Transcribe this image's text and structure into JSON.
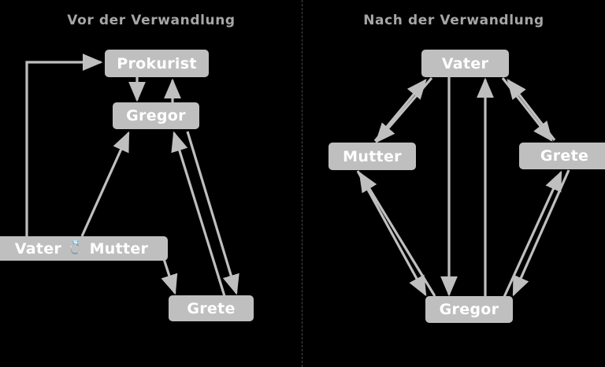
{
  "panels": {
    "left": {
      "title": "Vor der Verwandlung",
      "nodes": [
        {
          "id": "prokurist",
          "label": "Prokurist"
        },
        {
          "id": "gregor",
          "label": "Gregor"
        },
        {
          "id": "vater",
          "label": "Vater"
        },
        {
          "id": "ring",
          "label": "💍"
        },
        {
          "id": "mutter",
          "label": "Mutter"
        },
        {
          "id": "grete",
          "label": "Grete"
        }
      ],
      "edges": [
        {
          "from": "vater",
          "to": "prokurist",
          "direction": "one-way"
        },
        {
          "from": "prokurist",
          "to": "gregor",
          "direction": "one-way"
        },
        {
          "from": "gregor",
          "to": "prokurist",
          "direction": "one-way"
        },
        {
          "from": "vatermutter",
          "to": "gregor",
          "direction": "one-way"
        },
        {
          "from": "vatermutter",
          "to": "grete",
          "direction": "one-way"
        },
        {
          "from": "grete",
          "to": "gregor",
          "direction": "one-way"
        },
        {
          "from": "gregor",
          "to": "grete",
          "direction": "one-way"
        }
      ]
    },
    "right": {
      "title": "Nach der Verwandlung",
      "nodes": [
        {
          "id": "vater",
          "label": "Vater"
        },
        {
          "id": "mutter",
          "label": "Mutter"
        },
        {
          "id": "grete",
          "label": "Grete"
        },
        {
          "id": "gregor",
          "label": "Gregor"
        }
      ],
      "edges": [
        {
          "from": "vater",
          "to": "mutter",
          "direction": "two-way"
        },
        {
          "from": "vater",
          "to": "grete",
          "direction": "two-way"
        },
        {
          "from": "vater",
          "to": "gregor",
          "direction": "two-way"
        },
        {
          "from": "mutter",
          "to": "gregor",
          "direction": "two-way"
        },
        {
          "from": "grete",
          "to": "gregor",
          "direction": "two-way"
        }
      ]
    }
  },
  "colors": {
    "background": "#000000",
    "node_fill": "#bfbfbf",
    "node_text": "#ffffff",
    "edge": "#bfbfbf",
    "title_text": "#a6a6a6",
    "divider": "#4a4a4a"
  }
}
